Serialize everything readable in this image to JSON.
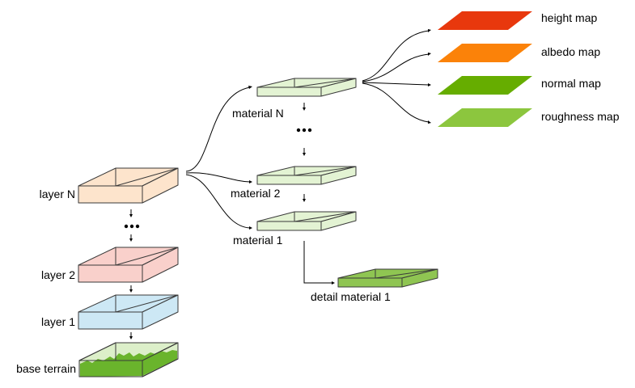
{
  "colors": {
    "layer_n": "#fde4cc",
    "layer_2": "#f9d0cb",
    "layer_1": "#cde8f5",
    "base_terrain": "#dcefc9",
    "terrain_fill": "#6ab42c",
    "material": "#e3f3d3",
    "detail_material": "#8fc552",
    "height_map": "#e8380d",
    "albedo_map": "#fb8209",
    "normal_map": "#66ad00",
    "roughness_map": "#8cc63e"
  },
  "layers": {
    "layer_n": "layer N",
    "layer_2": "layer 2",
    "layer_1": "layer 1",
    "base_terrain": "base terrain"
  },
  "materials": {
    "material_n": "material N",
    "material_2": "material 2",
    "material_1": "material 1",
    "detail_material_1": "detail material 1"
  },
  "maps": {
    "height_map": "height map",
    "albedo_map": "albedo map",
    "normal_map": "normal map",
    "roughness_map": "roughness map"
  }
}
